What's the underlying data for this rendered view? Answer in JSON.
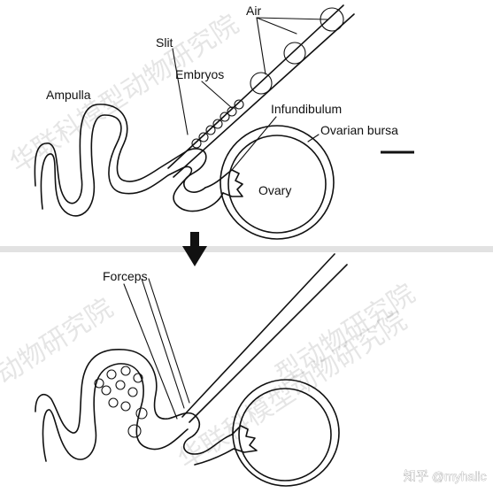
{
  "top_panel": {
    "labels": {
      "air": "Air",
      "slit": "Slit",
      "embryos": "Embryos",
      "ampulla": "Ampulla",
      "infundibulum": "Infundibulum",
      "ovarian_bursa": "Ovarian bursa",
      "ovary": "Ovary"
    }
  },
  "bottom_panel": {
    "labels": {
      "forceps": "Forceps"
    }
  },
  "watermark": {
    "text_top": "华联科模型动物研究院",
    "text_bottom": "华联科模型动物研究院",
    "text_left": "动物研究院",
    "text_right": "型动物研究院",
    "corner": "知乎 @myhalic"
  },
  "colors": {
    "line": "#111111",
    "background": "#ffffff",
    "divider": "#e2e2e2"
  }
}
